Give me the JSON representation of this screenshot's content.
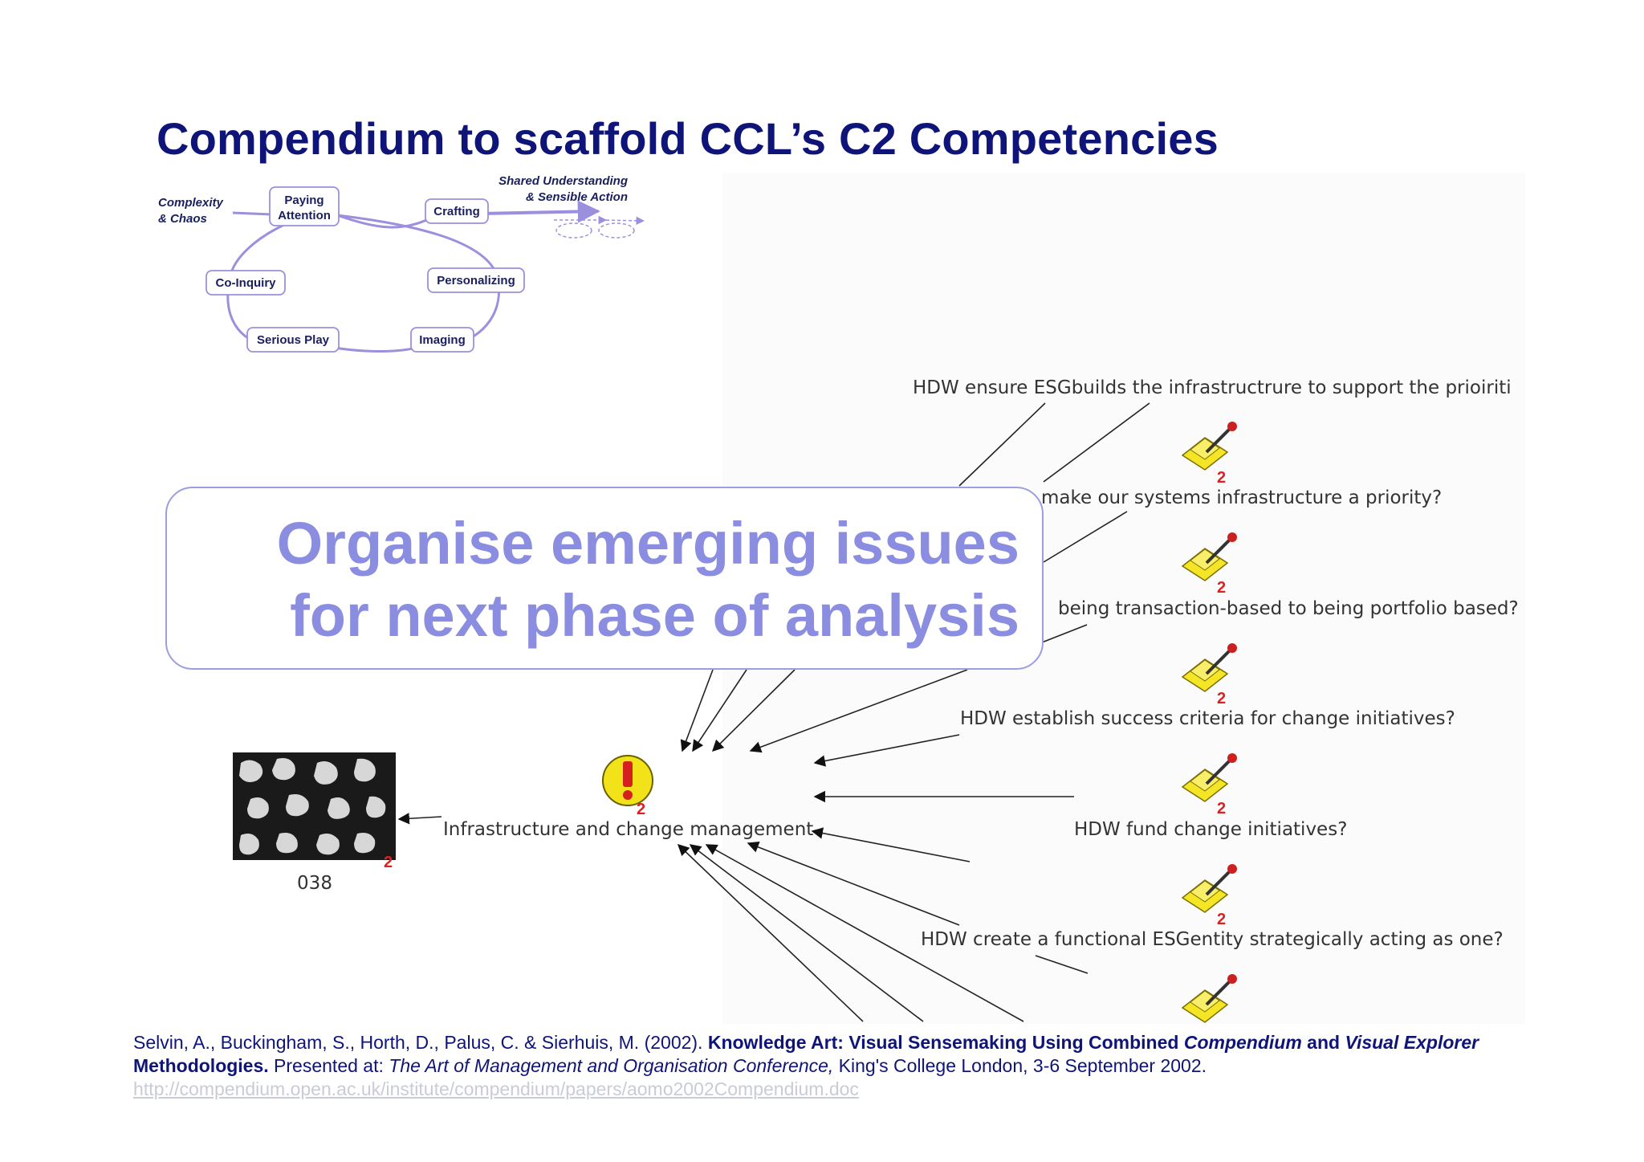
{
  "title": "Compendium to scaffold CCL’s C2 Competencies",
  "cycle": {
    "complexity_label_1": "Complexity",
    "complexity_label_2": "& Chaos",
    "shared_label_1": "Shared Understanding",
    "shared_label_2": "& Sensible Action",
    "paying_1": "Paying",
    "paying_2": "Attention",
    "crafting": "Crafting",
    "co_inquiry": "Co-Inquiry",
    "personalizing": "Personalizing",
    "serious_play": "Serious Play",
    "imaging": "Imaging"
  },
  "map": {
    "center_node": "Infrastructure and change management",
    "image_node_label": "038",
    "badge": "2",
    "questions": [
      "HDW ensure ESGbuilds the infrastructrure to support the prioiriti",
      "make our systems infrastructure a priority?",
      "being transaction-based to being portfolio based?",
      "HDW establish success criteria for change initiatives?",
      "HDW fund change initiatives?",
      "HDW create a functional ESGentity strategically acting as one?"
    ]
  },
  "overlay": {
    "line1": "Organise emerging issues",
    "line2": "for next phase of analysis"
  },
  "citation": {
    "authors": "Selvin, A., Buckingham, S., Horth, D., Palus, C. & Sierhuis, M. (2002). ",
    "title_part1": "Knowledge Art: Visual Sensemaking Using Combined ",
    "title_compendium": "Compendium",
    "title_and": " and ",
    "title_visual": "Visual Explorer",
    "title_methodologies": " Methodologies.",
    "presented": " Presented at: ",
    "conference": "The Art of Management and Organisation Conference,",
    "venue": " King's College  London, 3-6 September 2002.",
    "url": "http://compendium.open.ac.uk/institute/compendium/papers/aomo2002Compendium.doc"
  },
  "colors": {
    "title": "#0f1478",
    "overlay_text": "#8b8ee0",
    "cycle_line": "#9b90dd",
    "badge": "#e02020",
    "issue_icon": "#f2e21a"
  }
}
